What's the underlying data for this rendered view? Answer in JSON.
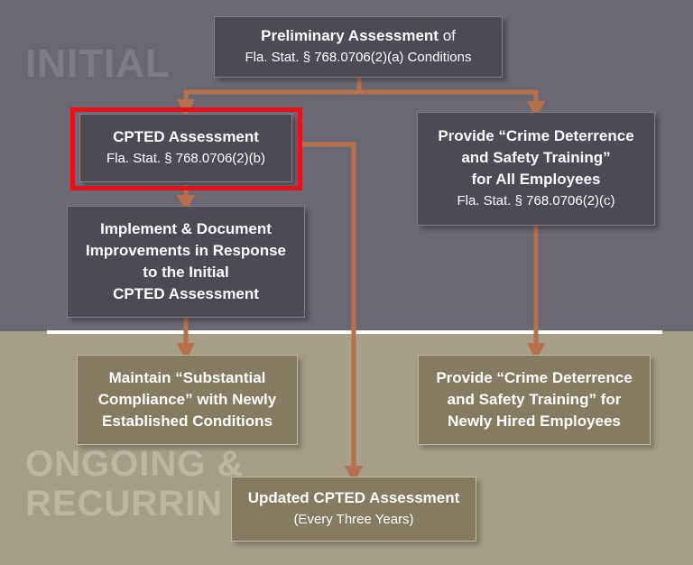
{
  "section_labels": {
    "initial": "INITIAL",
    "ongoing_line1": "ONGOING &",
    "ongoing_line2": "RECURRIN"
  },
  "boxes": {
    "preliminary": {
      "title": "Preliminary Assessment",
      "title_suffix": " of",
      "line2": "Fla. Stat. § 768.0706(2)(a) Conditions"
    },
    "cpted": {
      "title": "CPTED Assessment",
      "line2": "Fla. Stat. § 768.0706(2)(b)"
    },
    "training_all": {
      "line1": "Provide “Crime Deterrence",
      "line2": "and Safety Training”",
      "line3": "for All Employees",
      "line4": "Fla. Stat. § 768.0706(2)(c)"
    },
    "implement": {
      "line1": "Implement & Document",
      "line2": "Improvements in Response",
      "line3": "to the Initial",
      "line4": "CPTED Assessment"
    },
    "maintain": {
      "line1": "Maintain “Substantial",
      "line2": "Compliance” with Newly",
      "line3": "Established Conditions"
    },
    "training_new": {
      "line1": "Provide “Crime Deterrence",
      "line2": "and Safety Training” for",
      "line3": "Newly Hired Employees"
    },
    "updated": {
      "title": "Updated CPTED Assessment",
      "line2": "(Every Three Years)"
    }
  },
  "colors": {
    "top_region": "#6a6973",
    "bottom_region": "#a69e88",
    "dark_box": "#4b4a55",
    "tan_box": "#857b63",
    "arrow": "#b5704d",
    "highlight": "#e8101a",
    "divider": "#ffffff"
  }
}
